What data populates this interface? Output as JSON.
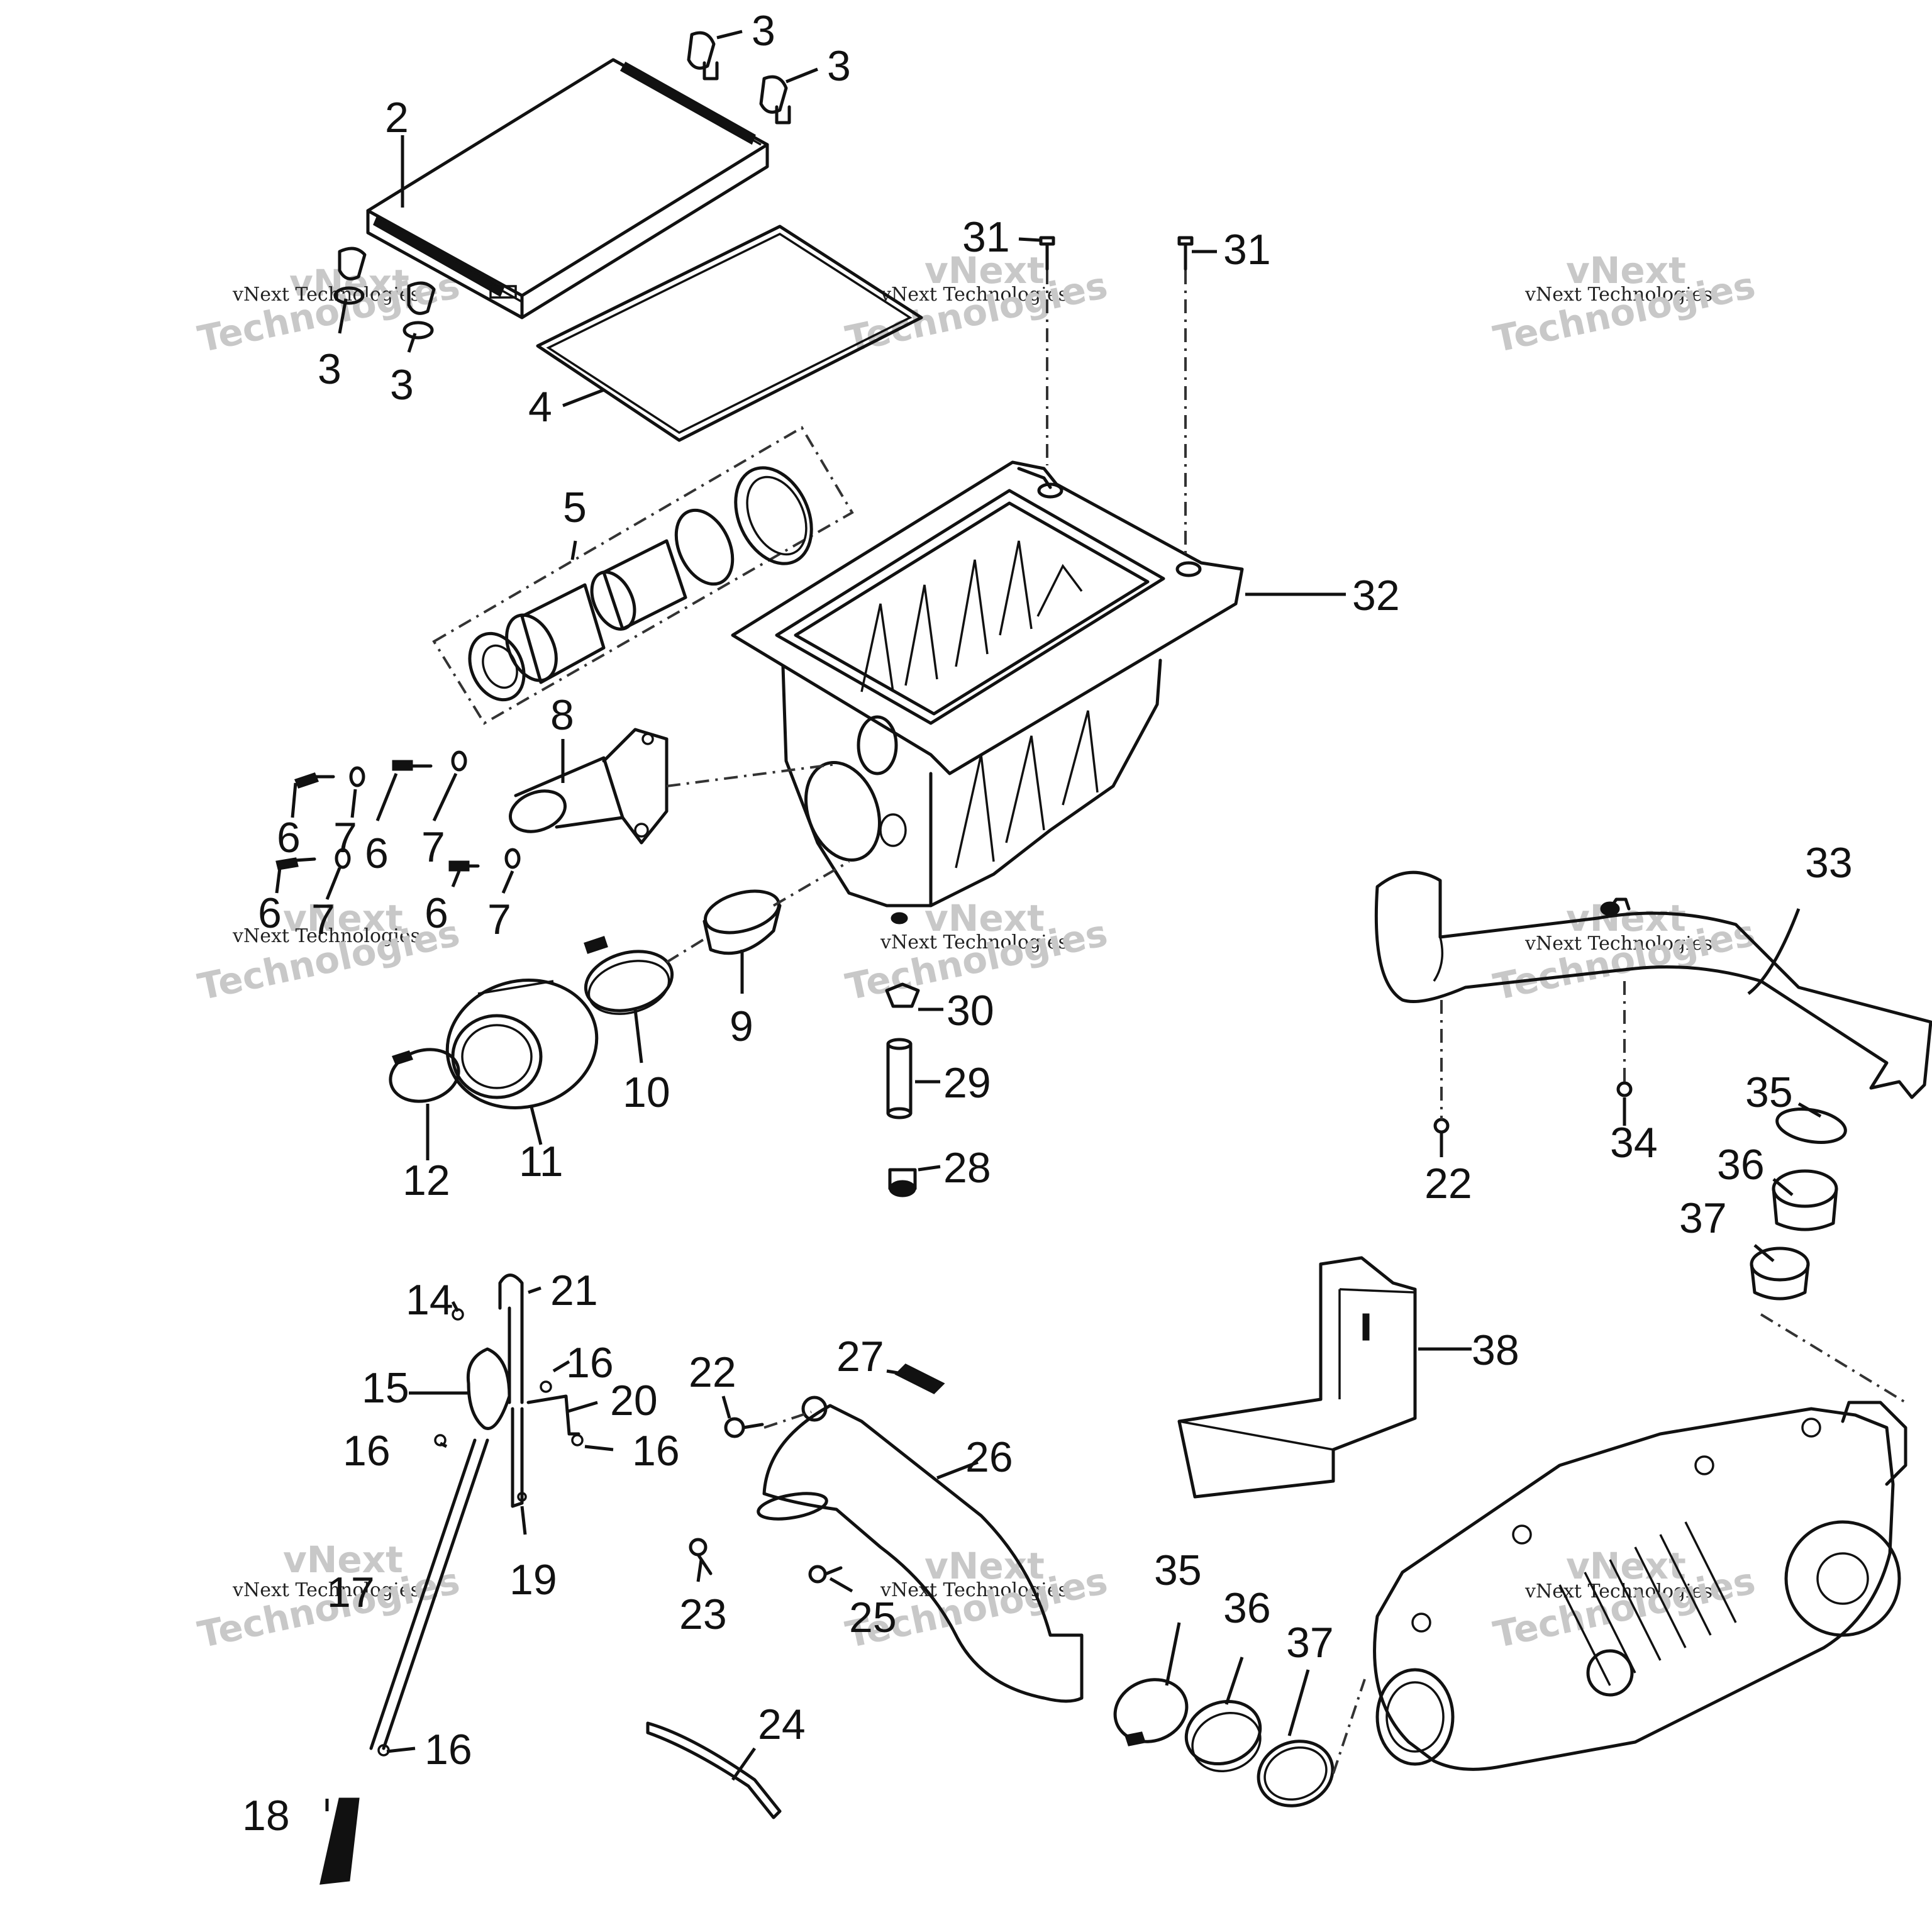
{
  "watermark": {
    "line_top": "vNext",
    "line_mid": "vNext Technologies",
    "line_big": "Technologies"
  },
  "callouts": {
    "c2": "2",
    "c3a": "3",
    "c3b": "3",
    "c3c": "3",
    "c3d": "3",
    "c4": "4",
    "c5": "5",
    "c6a": "6",
    "c6b": "6",
    "c6c": "6",
    "c6d": "6",
    "c7a": "7",
    "c7b": "7",
    "c7c": "7",
    "c7d": "7",
    "c8": "8",
    "c9": "9",
    "c10": "10",
    "c11": "11",
    "c12": "12",
    "c14": "14",
    "c15": "15",
    "c16a": "16",
    "c16b": "16",
    "c16c": "16",
    "c16d": "16",
    "c17": "17",
    "c18": "18",
    "c19": "19",
    "c20": "20",
    "c21": "21",
    "c22a": "22",
    "c22b": "22",
    "c23": "23",
    "c24": "24",
    "c25": "25",
    "c26": "26",
    "c27": "27",
    "c28": "28",
    "c29": "29",
    "c30": "30",
    "c31a": "31",
    "c31b": "31",
    "c32": "32",
    "c33": "33",
    "c34": "34",
    "c35a": "35",
    "c35b": "35",
    "c36a": "36",
    "c36b": "36",
    "c37a": "37",
    "c37b": "37",
    "c38": "38"
  }
}
